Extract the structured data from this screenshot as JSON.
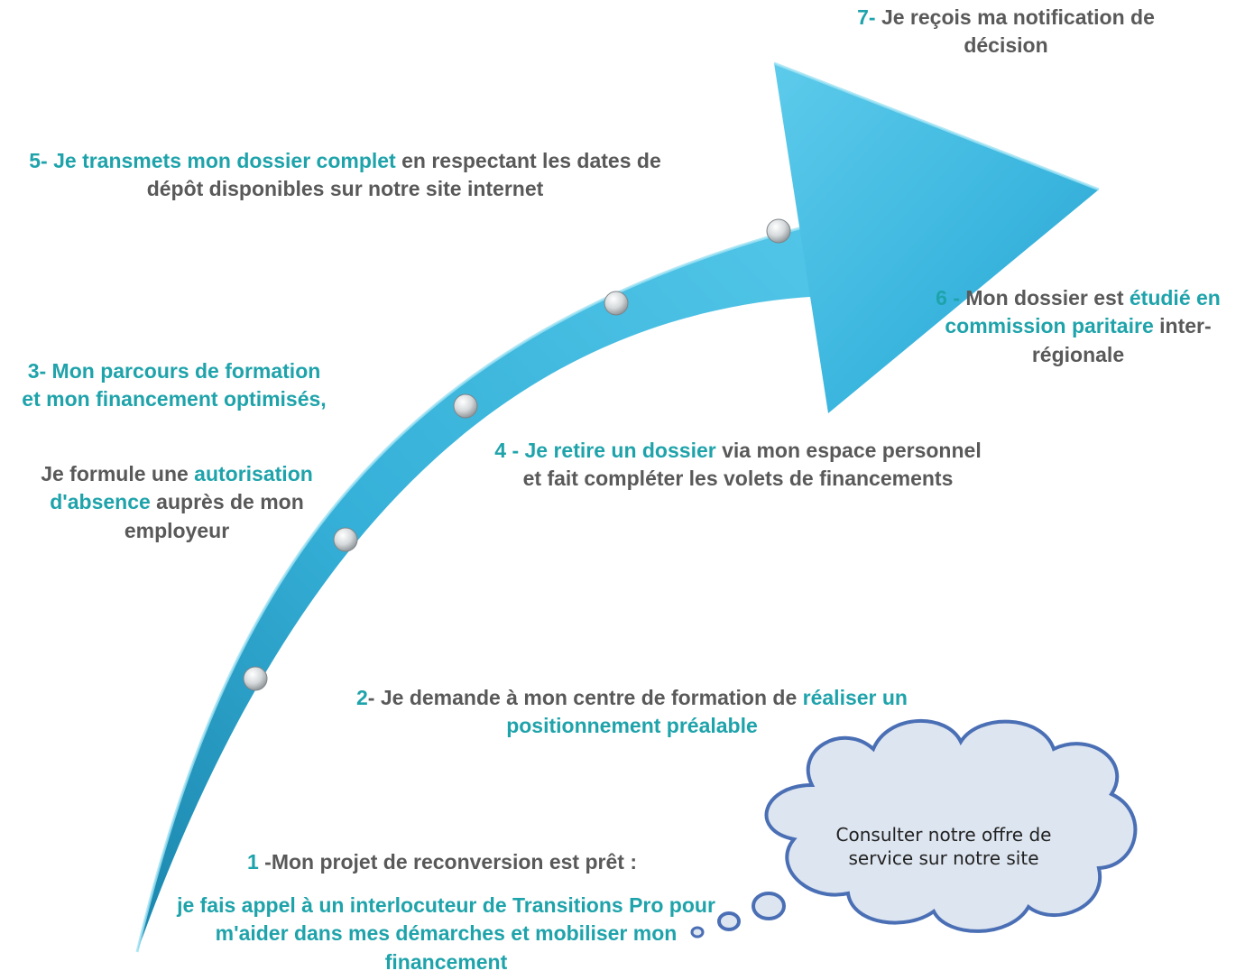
{
  "colors": {
    "accent": "#1fa3ab",
    "text": "#595959",
    "arrow_fill": "#3cb7dc",
    "arrow_dark": "#1f87ab",
    "cloud_fill": "#dde5f0",
    "cloud_stroke": "#4a6fb5"
  },
  "steps": {
    "s7": {
      "num": "7-",
      "rest": " Je reçois ma notification de décision"
    },
    "s5": {
      "hl": "5- Je transmets mon dossier complet",
      "rest": " en respectant les dates de dépôt disponibles sur notre site internet"
    },
    "s6": {
      "num": "6 - ",
      "part1": "Mon dossier est ",
      "hl": "étudié en commission paritaire",
      "rest": " inter-régionale"
    },
    "s3": {
      "hl": "3- Mon parcours de formation et mon financement optimisés,",
      "part1": "Je formule une ",
      "hl2": "autorisation d'absence",
      "rest": "  auprès de mon employeur"
    },
    "s4": {
      "hl": "4 - Je retire un dossier",
      "rest": " via mon espace personnel et fait compléter les volets de financements"
    },
    "s2": {
      "num": "2",
      "part1": "- Je demande à mon centre de formation de ",
      "hl": "réaliser un positionnement préalable"
    },
    "s1": {
      "num": "1",
      "rest": " -Mon projet de reconversion est prêt :",
      "hl": "je fais appel à un interlocuteur de Transitions Pro pour m'aider dans mes démarches et mobiliser mon financement"
    }
  },
  "cloud": {
    "text": "Consulter notre offre de service sur notre site"
  },
  "milestones": [
    "dot-1",
    "dot-2",
    "dot-3",
    "dot-4",
    "dot-5"
  ]
}
